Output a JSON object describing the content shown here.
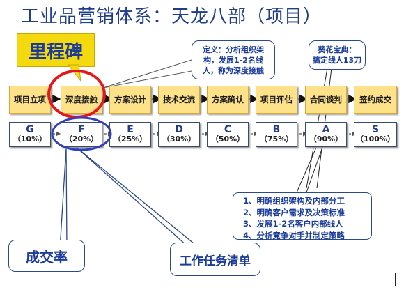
{
  "title": "工业品营销体系：天龙八部（项目）",
  "milestone_label": "里程碑",
  "definition_callout": {
    "line1": "定义：分析组织架",
    "line2": "构，发展1-2名线",
    "line3": "人，称为深度接触"
  },
  "tip_callout": {
    "line1": "葵花宝典：",
    "line2": "搞定线人13刀"
  },
  "stages": [
    "项目立项",
    "深度接触",
    "方案设计",
    "技术交流",
    "方案确认",
    "项目评估",
    "合同谈判",
    "签约成交"
  ],
  "rates": [
    {
      "grade": "G",
      "pct": "（10%）"
    },
    {
      "grade": "F",
      "pct": "（20%）"
    },
    {
      "grade": "E",
      "pct": "（25%）"
    },
    {
      "grade": "D",
      "pct": "（30%）"
    },
    {
      "grade": "C",
      "pct": "（50%）"
    },
    {
      "grade": "B",
      "pct": "（75%）"
    },
    {
      "grade": "A",
      "pct": "（90%）"
    },
    {
      "grade": "S",
      "pct": "（100%）"
    }
  ],
  "tasks": [
    "1、明确组织架构及内部分工",
    "2、明确客户需求及决策标准",
    "3、发展1-2名客户内部线人",
    "4、分析竞争对手并制定策略"
  ],
  "conversion_label": "成交率",
  "task_list_label": "工作任务清单",
  "colors": {
    "title": "#1f3d8a",
    "milestone_bg": "#f5d90f",
    "stage_bg": "#fde28a",
    "highlight_red": "#e8161b",
    "highlight_blue": "#2f3fbf",
    "text_blue": "#1a3b9c"
  }
}
